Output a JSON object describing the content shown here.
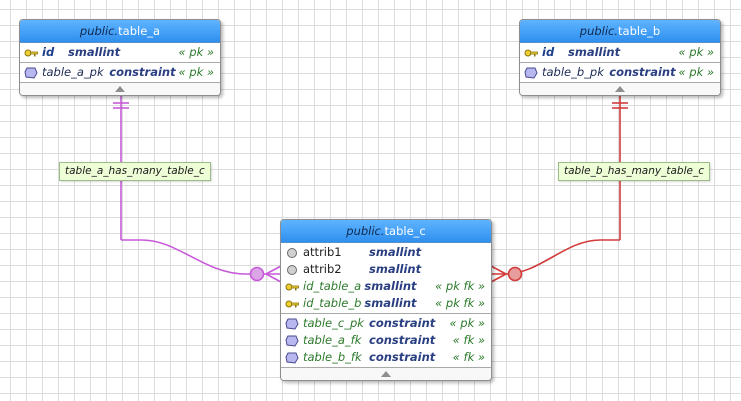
{
  "tables": {
    "table_a": {
      "schema": "public.",
      "name": "table_a",
      "columns": [
        {
          "icon": "key-icon",
          "name": "id",
          "type": "smallint",
          "tag": "« pk »"
        }
      ],
      "indexes": [
        {
          "icon": "index-icon",
          "name": "table_a_pk",
          "type": "constraint",
          "tag": "« pk »"
        }
      ]
    },
    "table_b": {
      "schema": "public.",
      "name": "table_b",
      "columns": [
        {
          "icon": "key-icon",
          "name": "id",
          "type": "smallint",
          "tag": "« pk »"
        }
      ],
      "indexes": [
        {
          "icon": "index-icon",
          "name": "table_b_pk",
          "type": "constraint",
          "tag": "« pk »"
        }
      ]
    },
    "table_c": {
      "schema": "public.",
      "name": "table_c",
      "columns": [
        {
          "icon": "column-icon",
          "name": "attrib1",
          "type": "smallint",
          "tag": ""
        },
        {
          "icon": "column-icon",
          "name": "attrib2",
          "type": "smallint",
          "tag": ""
        },
        {
          "icon": "key-icon",
          "name": "id_table_a",
          "type": "smallint",
          "tag": "« pk fk »"
        },
        {
          "icon": "key-icon",
          "name": "id_table_b",
          "type": "smallint",
          "tag": "« pk fk »"
        }
      ],
      "indexes": [
        {
          "icon": "index-icon",
          "name": "table_c_pk",
          "type": "constraint",
          "tag": "« pk »"
        },
        {
          "icon": "index-icon",
          "name": "table_a_fk",
          "type": "constraint",
          "tag": "« fk »"
        },
        {
          "icon": "index-icon",
          "name": "table_b_fk",
          "type": "constraint",
          "tag": "« fk »"
        }
      ]
    }
  },
  "relationships": [
    {
      "label": "table_a_has_many_table_c",
      "from": "table_a",
      "to": "table_c",
      "color": "#c75ad8"
    },
    {
      "label": "table_b_has_many_table_c",
      "from": "table_b",
      "to": "table_c",
      "color": "#d23b3b"
    }
  ],
  "colors": {
    "header": "#3d9cf5",
    "label_bg": "#eeffd8",
    "key_icon": "#f0d030",
    "index_icon": "#b8b8f0",
    "column_icon": "#d0d0d0"
  }
}
